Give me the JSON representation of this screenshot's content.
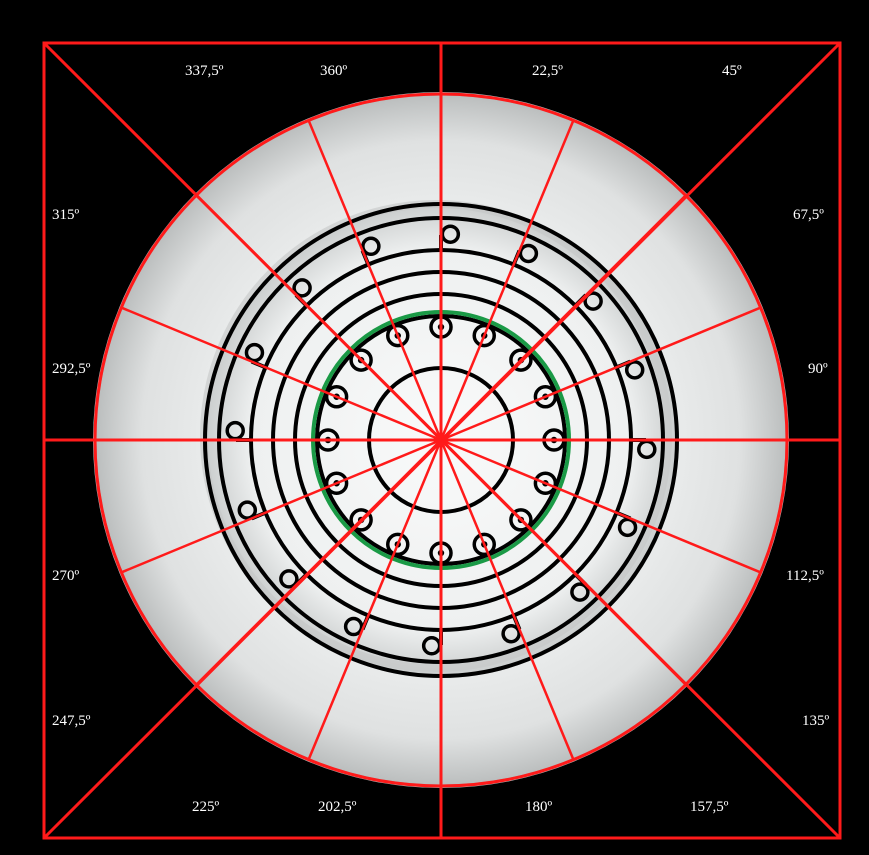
{
  "colors": {
    "background": "#000000",
    "guide_lines": "#ff1a1a",
    "plate_rim": "#e4e6e6",
    "plate_center": "#f2f3f3",
    "pattern_lines": "#000000",
    "accent_circle": "#1a9a46",
    "label_text": "#ffffff"
  },
  "icons": {
    "plate": "white-plate-photo",
    "pattern": "circular-circuit-pattern"
  },
  "angle_labels": [
    "337,5º",
    "360º",
    "22,5º",
    "45º",
    "315º",
    "67,5º",
    "292,5º",
    "90º",
    "270º",
    "112,5º",
    "247,5º",
    "135º",
    "225º",
    "202,5º",
    "180º",
    "157,5º"
  ]
}
